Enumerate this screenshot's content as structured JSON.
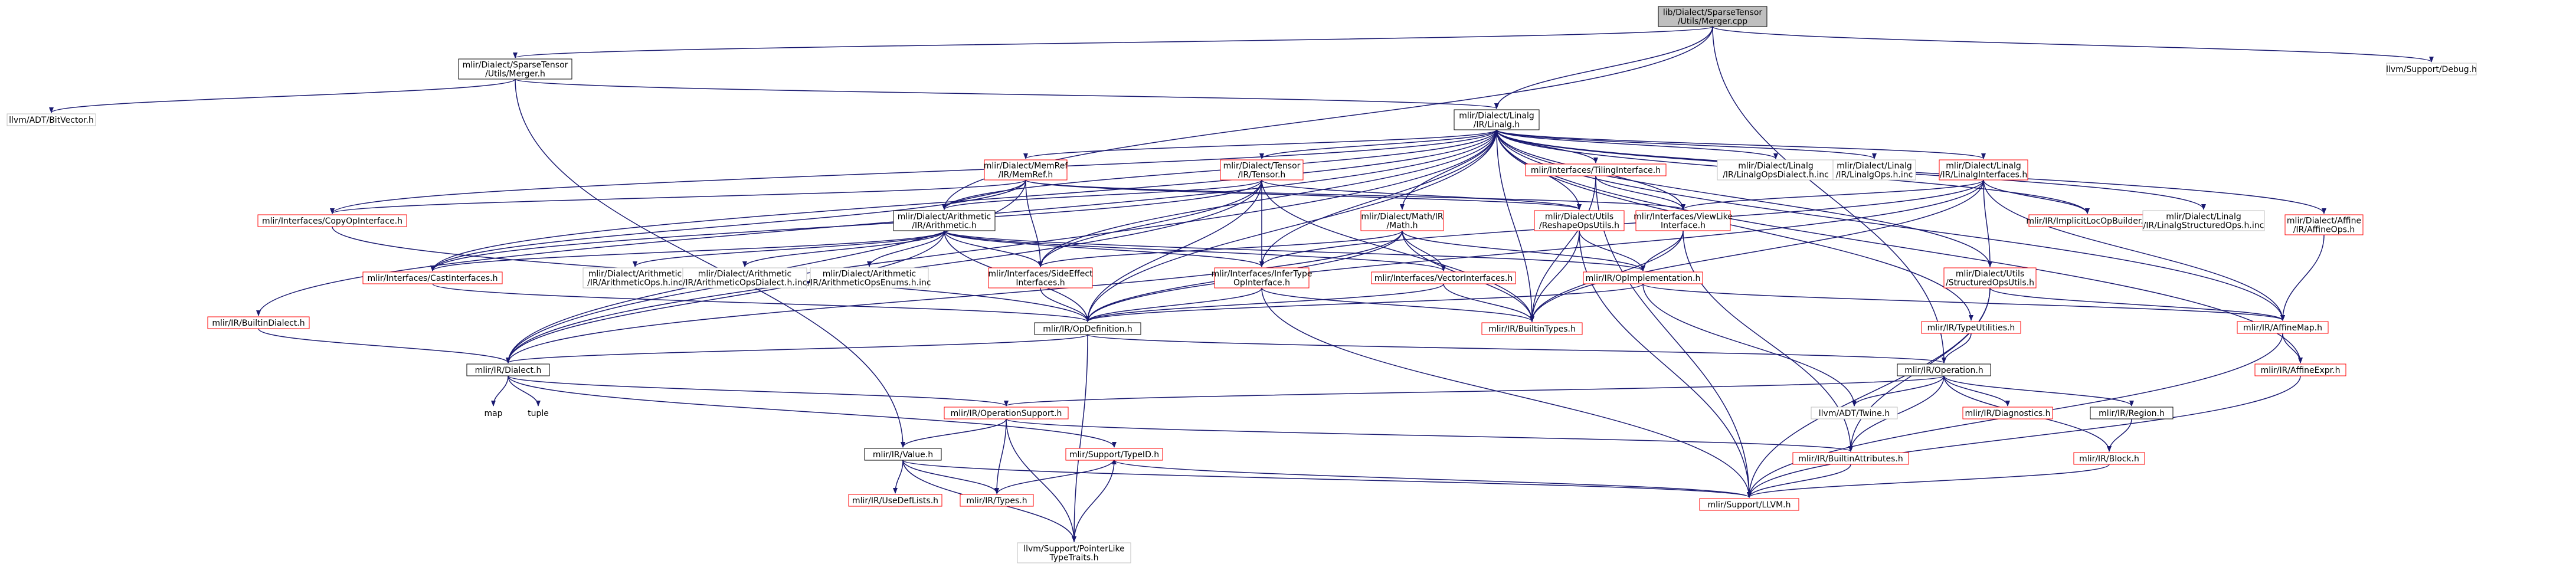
{
  "colors": {
    "edge": "#191970",
    "root_fill": "#bfbfbf",
    "node_border": "#000000",
    "node_border_undocumented": "#ff0000",
    "node_border_external": "#bfbfbf",
    "text": "#000000"
  },
  "nodes": [
    {
      "id": "root",
      "lines": [
        "lib/Dialect/SparseTensor",
        "/Utils/Merger.cpp"
      ],
      "style": "root"
    },
    {
      "id": "merger_h",
      "lines": [
        "mlir/Dialect/SparseTensor",
        "/Utils/Merger.h"
      ],
      "style": "normal"
    },
    {
      "id": "debug",
      "lines": [
        "llvm/Support/Debug.h"
      ],
      "style": "external"
    },
    {
      "id": "bitvector",
      "lines": [
        "llvm/ADT/BitVector.h"
      ],
      "style": "external"
    },
    {
      "id": "linalg_h",
      "lines": [
        "mlir/Dialect/Linalg",
        "/IR/Linalg.h"
      ],
      "style": "normal"
    },
    {
      "id": "memref_h",
      "lines": [
        "mlir/Dialect/MemRef",
        "/IR/MemRef.h"
      ],
      "style": "red"
    },
    {
      "id": "tensor_h",
      "lines": [
        "mlir/Dialect/Tensor",
        "/IR/Tensor.h"
      ],
      "style": "red"
    },
    {
      "id": "tiling_h",
      "lines": [
        "mlir/Interfaces/TilingInterface.h"
      ],
      "style": "red"
    },
    {
      "id": "linalgopsdialect",
      "lines": [
        "mlir/Dialect/Linalg",
        "/IR/LinalgOpsDialect.h.inc"
      ],
      "style": "external"
    },
    {
      "id": "linalgops_inc",
      "lines": [
        "mlir/Dialect/Linalg",
        "/IR/LinalgOps.h.inc"
      ],
      "style": "external"
    },
    {
      "id": "linalginterfaces",
      "lines": [
        "mlir/Dialect/Linalg",
        "/IR/LinalgInterfaces.h"
      ],
      "style": "red"
    },
    {
      "id": "affineops",
      "lines": [
        "mlir/Dialect/Affine",
        "/IR/AffineOps.h"
      ],
      "style": "red"
    },
    {
      "id": "copyop",
      "lines": [
        "mlir/Interfaces/CopyOpInterface.h"
      ],
      "style": "red"
    },
    {
      "id": "arith_h",
      "lines": [
        "mlir/Dialect/Arithmetic",
        "/IR/Arithmetic.h"
      ],
      "style": "normal"
    },
    {
      "id": "mathir",
      "lines": [
        "mlir/Dialect/Math/IR",
        "/Math.h"
      ],
      "style": "red"
    },
    {
      "id": "reshapeutils",
      "lines": [
        "mlir/Dialect/Utils",
        "/ReshapeOpsUtils.h"
      ],
      "style": "red"
    },
    {
      "id": "viewlike",
      "lines": [
        "mlir/Interfaces/ViewLike",
        "Interface.h"
      ],
      "style": "red"
    },
    {
      "id": "implicitloc",
      "lines": [
        "mlir/IR/ImplicitLocOpBuilder.h"
      ],
      "style": "red"
    },
    {
      "id": "linalgstructured",
      "lines": [
        "mlir/Dialect/Linalg",
        "/IR/LinalgStructuredOps.h.inc"
      ],
      "style": "external"
    },
    {
      "id": "builtindialect",
      "lines": [
        "mlir/IR/BuiltinDialect.h"
      ],
      "style": "red"
    },
    {
      "id": "castif",
      "lines": [
        "mlir/Interfaces/CastInterfaces.h"
      ],
      "style": "red"
    },
    {
      "id": "arithops_inc",
      "lines": [
        "mlir/Dialect/Arithmetic",
        "/IR/ArithmeticOps.h.inc"
      ],
      "style": "external"
    },
    {
      "id": "arithopsdialect_inc",
      "lines": [
        "mlir/Dialect/Arithmetic",
        "/IR/ArithmeticOpsDialect.h.inc"
      ],
      "style": "external"
    },
    {
      "id": "arithenums_inc",
      "lines": [
        "mlir/Dialect/Arithmetic",
        "/IR/ArithmeticOpsEnums.h.inc"
      ],
      "style": "external"
    },
    {
      "id": "sideeffect",
      "lines": [
        "mlir/Interfaces/SideEffect",
        "Interfaces.h"
      ],
      "style": "red"
    },
    {
      "id": "infertype",
      "lines": [
        "mlir/Interfaces/InferType",
        "OpInterface.h"
      ],
      "style": "red"
    },
    {
      "id": "vectorif",
      "lines": [
        "mlir/Interfaces/VectorInterfaces.h"
      ],
      "style": "red"
    },
    {
      "id": "opimpl",
      "lines": [
        "mlir/IR/OpImplementation.h"
      ],
      "style": "red"
    },
    {
      "id": "structuredutils",
      "lines": [
        "mlir/Dialect/Utils",
        "/StructuredOpsUtils.h"
      ],
      "style": "red"
    },
    {
      "id": "opdef",
      "lines": [
        "mlir/IR/OpDefinition.h"
      ],
      "style": "normal"
    },
    {
      "id": "builtintypes",
      "lines": [
        "mlir/IR/BuiltinTypes.h"
      ],
      "style": "red"
    },
    {
      "id": "affinemap",
      "lines": [
        "mlir/IR/AffineMap.h"
      ],
      "style": "red"
    },
    {
      "id": "typeutils",
      "lines": [
        "mlir/IR/TypeUtilities.h"
      ],
      "style": "red"
    },
    {
      "id": "dialect_h",
      "lines": [
        "mlir/IR/Dialect.h"
      ],
      "style": "normal"
    },
    {
      "id": "operation_h",
      "lines": [
        "mlir/IR/Operation.h"
      ],
      "style": "normal"
    },
    {
      "id": "affineexpr",
      "lines": [
        "mlir/IR/AffineExpr.h"
      ],
      "style": "red"
    },
    {
      "id": "map",
      "lines": [
        "map"
      ],
      "style": "plain"
    },
    {
      "id": "tuple",
      "lines": [
        "tuple"
      ],
      "style": "plain"
    },
    {
      "id": "opsupport",
      "lines": [
        "mlir/IR/OperationSupport.h"
      ],
      "style": "red"
    },
    {
      "id": "twine",
      "lines": [
        "llvm/ADT/Twine.h"
      ],
      "style": "external"
    },
    {
      "id": "diagnostics",
      "lines": [
        "mlir/IR/Diagnostics.h"
      ],
      "style": "red"
    },
    {
      "id": "region",
      "lines": [
        "mlir/IR/Region.h"
      ],
      "style": "normal"
    },
    {
      "id": "value_h",
      "lines": [
        "mlir/IR/Value.h"
      ],
      "style": "normal"
    },
    {
      "id": "typeid",
      "lines": [
        "mlir/Support/TypeID.h"
      ],
      "style": "red"
    },
    {
      "id": "builtinattrs",
      "lines": [
        "mlir/IR/BuiltinAttributes.h"
      ],
      "style": "red"
    },
    {
      "id": "block",
      "lines": [
        "mlir/IR/Block.h"
      ],
      "style": "red"
    },
    {
      "id": "usedeflists",
      "lines": [
        "mlir/IR/UseDefLists.h"
      ],
      "style": "red"
    },
    {
      "id": "types_h",
      "lines": [
        "mlir/IR/Types.h"
      ],
      "style": "red"
    },
    {
      "id": "supportllvm",
      "lines": [
        "mlir/Support/LLVM.h"
      ],
      "style": "red"
    },
    {
      "id": "pointerlike",
      "lines": [
        "llvm/Support/PointerLike",
        "TypeTraits.h"
      ],
      "style": "external"
    }
  ],
  "edges": [
    [
      "root",
      "merger_h"
    ],
    [
      "root",
      "debug"
    ],
    [
      "root",
      "linalg_h"
    ],
    [
      "root",
      "arith_h"
    ],
    [
      "root",
      "operation_h"
    ],
    [
      "merger_h",
      "bitvector"
    ],
    [
      "merger_h",
      "linalg_h"
    ],
    [
      "merger_h",
      "value_h"
    ],
    [
      "linalg_h",
      "memref_h"
    ],
    [
      "linalg_h",
      "tensor_h"
    ],
    [
      "linalg_h",
      "tiling_h"
    ],
    [
      "linalg_h",
      "linalgopsdialect"
    ],
    [
      "linalg_h",
      "linalgops_inc"
    ],
    [
      "linalg_h",
      "linalginterfaces"
    ],
    [
      "linalg_h",
      "affineops"
    ],
    [
      "linalg_h",
      "copyop"
    ],
    [
      "linalg_h",
      "arith_h"
    ],
    [
      "linalg_h",
      "mathir"
    ],
    [
      "linalg_h",
      "reshapeutils"
    ],
    [
      "linalg_h",
      "viewlike"
    ],
    [
      "linalg_h",
      "implicitloc"
    ],
    [
      "linalg_h",
      "linalgstructured"
    ],
    [
      "linalg_h",
      "builtindialect"
    ],
    [
      "linalg_h",
      "castif"
    ],
    [
      "linalg_h",
      "sideeffect"
    ],
    [
      "linalg_h",
      "infertype"
    ],
    [
      "linalg_h",
      "structuredutils"
    ],
    [
      "linalg_h",
      "opdef"
    ],
    [
      "linalg_h",
      "builtintypes"
    ],
    [
      "linalg_h",
      "affinemap"
    ],
    [
      "linalg_h",
      "typeutils"
    ],
    [
      "linalg_h",
      "dialect_h"
    ],
    [
      "linalg_h",
      "affineexpr"
    ],
    [
      "memref_h",
      "copyop"
    ],
    [
      "memref_h",
      "arith_h"
    ],
    [
      "memref_h",
      "castif"
    ],
    [
      "memref_h",
      "sideeffect"
    ],
    [
      "memref_h",
      "viewlike"
    ],
    [
      "memref_h",
      "reshapeutils"
    ],
    [
      "memref_h",
      "dialect_h"
    ],
    [
      "tensor_h",
      "arith_h"
    ],
    [
      "tensor_h",
      "castif"
    ],
    [
      "tensor_h",
      "sideeffect"
    ],
    [
      "tensor_h",
      "infertype"
    ],
    [
      "tensor_h",
      "reshapeutils"
    ],
    [
      "tensor_h",
      "opdef"
    ],
    [
      "tensor_h",
      "builtintypes"
    ],
    [
      "tensor_h",
      "dialect_h"
    ],
    [
      "tiling_h",
      "viewlike"
    ],
    [
      "tiling_h",
      "supportllvm"
    ],
    [
      "tiling_h",
      "builtintypes"
    ],
    [
      "linalginterfaces",
      "implicitloc"
    ],
    [
      "linalginterfaces",
      "viewlike"
    ],
    [
      "linalginterfaces",
      "structuredutils"
    ],
    [
      "linalginterfaces",
      "infertype"
    ],
    [
      "linalginterfaces",
      "builtintypes"
    ],
    [
      "linalginterfaces",
      "affinemap"
    ],
    [
      "linalginterfaces",
      "opdef"
    ],
    [
      "affineops",
      "affinemap"
    ],
    [
      "copyop",
      "opdef"
    ],
    [
      "arith_h",
      "castif"
    ],
    [
      "arith_h",
      "arithops_inc"
    ],
    [
      "arith_h",
      "arithopsdialect_inc"
    ],
    [
      "arith_h",
      "arithenums_inc"
    ],
    [
      "arith_h",
      "sideeffect"
    ],
    [
      "arith_h",
      "infertype"
    ],
    [
      "arith_h",
      "vectorif"
    ],
    [
      "arith_h",
      "opimpl"
    ],
    [
      "arith_h",
      "opdef"
    ],
    [
      "arith_h",
      "dialect_h"
    ],
    [
      "mathir",
      "sideeffect"
    ],
    [
      "mathir",
      "vectorif"
    ],
    [
      "mathir",
      "opimpl"
    ],
    [
      "mathir",
      "builtintypes"
    ],
    [
      "mathir",
      "opdef"
    ],
    [
      "mathir",
      "dialect_h"
    ],
    [
      "reshapeutils",
      "opimpl"
    ],
    [
      "reshapeutils",
      "builtintypes"
    ],
    [
      "reshapeutils",
      "supportllvm"
    ],
    [
      "viewlike",
      "opimpl"
    ],
    [
      "viewlike",
      "builtinattrs"
    ],
    [
      "viewlike",
      "builtintypes"
    ],
    [
      "builtindialect",
      "dialect_h"
    ],
    [
      "castif",
      "opdef"
    ],
    [
      "sideeffect",
      "opdef"
    ],
    [
      "infertype",
      "opdef"
    ],
    [
      "infertype",
      "builtintypes"
    ],
    [
      "infertype",
      "supportllvm"
    ],
    [
      "vectorif",
      "opdef"
    ],
    [
      "vectorif",
      "builtintypes"
    ],
    [
      "opimpl",
      "opdef"
    ],
    [
      "opimpl",
      "twine"
    ],
    [
      "opimpl",
      "affinemap"
    ],
    [
      "structuredutils",
      "affinemap"
    ],
    [
      "structuredutils",
      "builtinattrs"
    ],
    [
      "structuredutils",
      "supportllvm"
    ],
    [
      "opdef",
      "operation_h"
    ],
    [
      "opdef",
      "dialect_h"
    ],
    [
      "opdef",
      "pointerlike"
    ],
    [
      "affinemap",
      "affineexpr"
    ],
    [
      "affinemap",
      "supportllvm"
    ],
    [
      "affineexpr",
      "supportllvm"
    ],
    [
      "typeutils",
      "operation_h"
    ],
    [
      "dialect_h",
      "opsupport"
    ],
    [
      "dialect_h",
      "typeid"
    ],
    [
      "dialect_h",
      "map"
    ],
    [
      "dialect_h",
      "tuple"
    ],
    [
      "operation_h",
      "opsupport"
    ],
    [
      "operation_h",
      "twine"
    ],
    [
      "operation_h",
      "diagnostics"
    ],
    [
      "operation_h",
      "region"
    ],
    [
      "operation_h",
      "builtinattrs"
    ],
    [
      "operation_h",
      "block"
    ],
    [
      "region",
      "block"
    ],
    [
      "opsupport",
      "value_h"
    ],
    [
      "opsupport",
      "builtinattrs"
    ],
    [
      "opsupport",
      "types_h"
    ],
    [
      "opsupport",
      "pointerlike"
    ],
    [
      "value_h",
      "usedeflists"
    ],
    [
      "value_h",
      "types_h"
    ],
    [
      "value_h",
      "supportllvm"
    ],
    [
      "value_h",
      "pointerlike"
    ],
    [
      "types_h",
      "typeid"
    ],
    [
      "typeid",
      "supportllvm"
    ],
    [
      "typeid",
      "pointerlike"
    ],
    [
      "block",
      "supportllvm"
    ],
    [
      "builtinattrs",
      "supportllvm"
    ]
  ]
}
